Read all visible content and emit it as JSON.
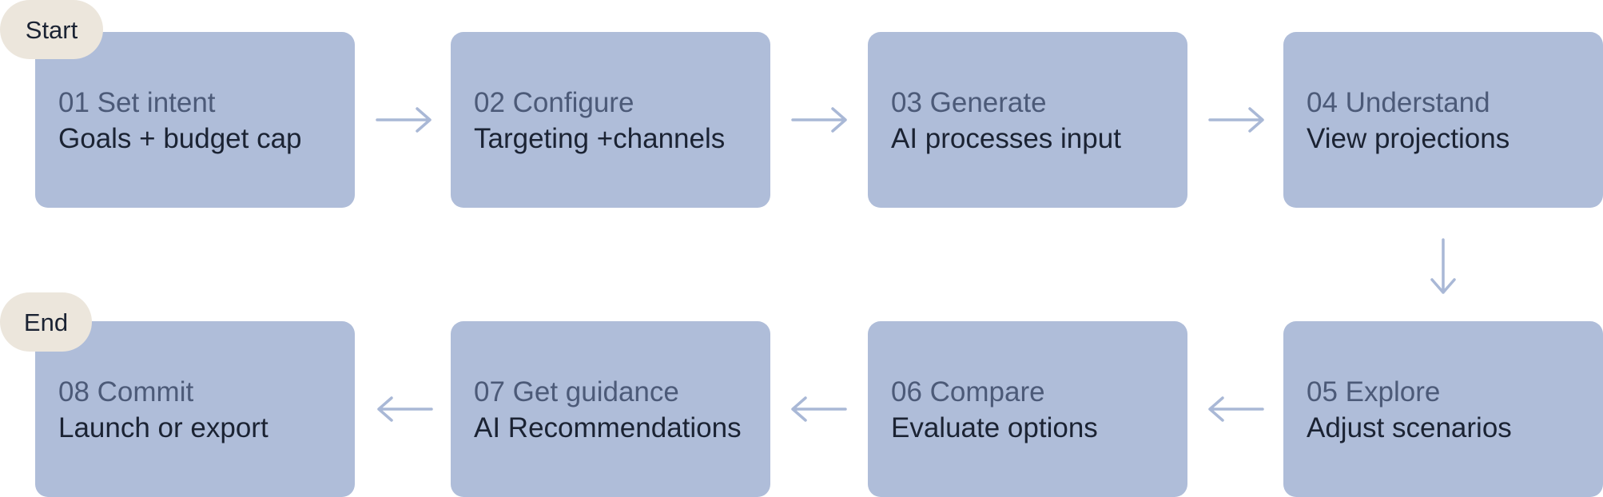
{
  "badges": {
    "start": "Start",
    "end": "End"
  },
  "steps": [
    {
      "number": "01 Set intent",
      "description": "Goals + budget cap"
    },
    {
      "number": "02 Configure",
      "description": "Targeting +channels"
    },
    {
      "number": "03 Generate",
      "description": "AI processes input"
    },
    {
      "number": "04 Understand",
      "description": "View projections"
    },
    {
      "number": "05 Explore",
      "description": "Adjust scenarios"
    },
    {
      "number": "06 Compare",
      "description": "Evaluate options"
    },
    {
      "number": "07 Get guidance",
      "description": "AI Recommendations"
    },
    {
      "number": "08 Commit",
      "description": "Launch or export"
    }
  ],
  "colors": {
    "step_fill": "#afbdd9",
    "badge_fill": "#ece6dc",
    "arrow": "#a9b8d6",
    "step_number_text": "#4c5a78",
    "step_description_text": "#1b2333"
  }
}
